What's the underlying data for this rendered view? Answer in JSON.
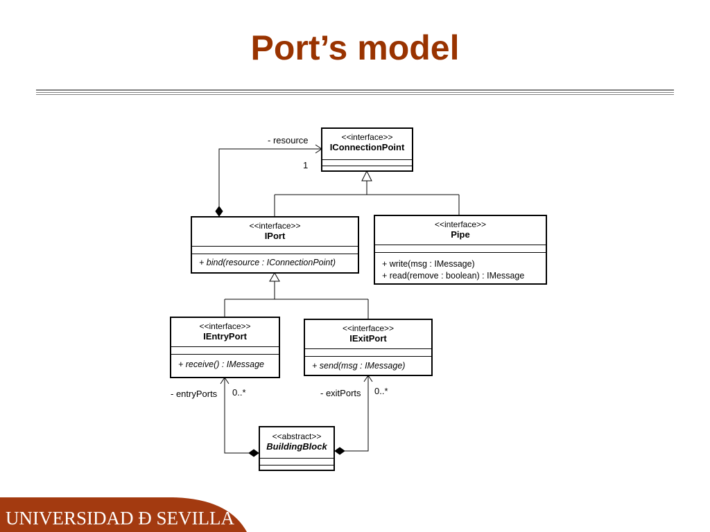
{
  "slide": {
    "title": "Port’s model"
  },
  "colors": {
    "title": "#993300",
    "footer_band": "#a33a10",
    "rule": "#808080"
  },
  "diagram": {
    "classes": {
      "iconnectionpoint": {
        "stereotype": "<<interface>>",
        "name": "IConnectionPoint",
        "operations": []
      },
      "iport": {
        "stereotype": "<<interface>>",
        "name": "IPort",
        "operations": [
          "+ bind(resource : IConnectionPoint)"
        ]
      },
      "pipe": {
        "stereotype": "<<interface>>",
        "name": "Pipe",
        "operations": [
          "+ write(msg : IMessage)",
          "+ read(remove : boolean) : IMessage"
        ]
      },
      "ientryport": {
        "stereotype": "<<interface>>",
        "name": "IEntryPort",
        "operations": [
          "+ receive() : IMessage"
        ]
      },
      "iexitport": {
        "stereotype": "<<interface>>",
        "name": "IExitPort",
        "operations": [
          "+ send(msg : IMessage)"
        ]
      },
      "buildingblock": {
        "stereotype": "<<abstract>>",
        "name": "BuildingBlock",
        "operations": []
      }
    },
    "associations": {
      "resource": {
        "role": "- resource",
        "multiplicity": "1"
      },
      "entry_ports": {
        "role": "- entryPorts",
        "multiplicity": "0..*"
      },
      "exit_ports": {
        "role": "- exitPorts",
        "multiplicity": "0..*"
      }
    }
  },
  "footer": {
    "logo_text": "UNIVERSIDAD Ð SEVILLA"
  }
}
